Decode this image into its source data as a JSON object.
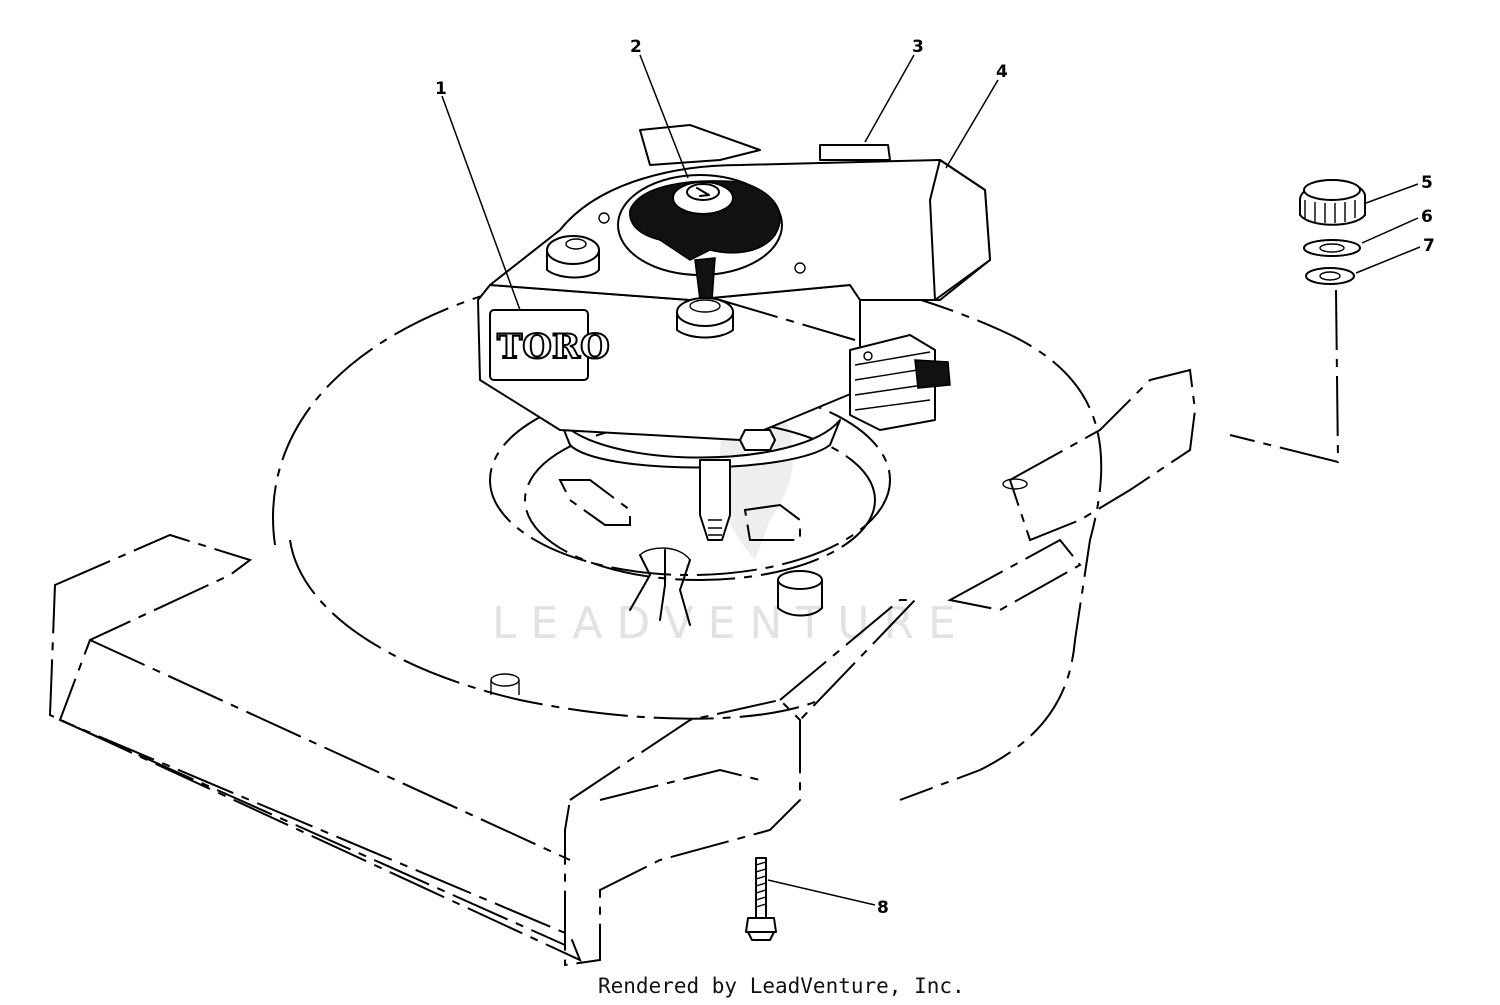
{
  "engine_logo": "TORO",
  "watermark": "LEADVENTURE",
  "footer": "Rendered by LeadVenture, Inc.",
  "callouts": [
    {
      "number": "1"
    },
    {
      "number": "2"
    },
    {
      "number": "3"
    },
    {
      "number": "4"
    },
    {
      "number": "5"
    },
    {
      "number": "6"
    },
    {
      "number": "7"
    },
    {
      "number": "8"
    }
  ]
}
